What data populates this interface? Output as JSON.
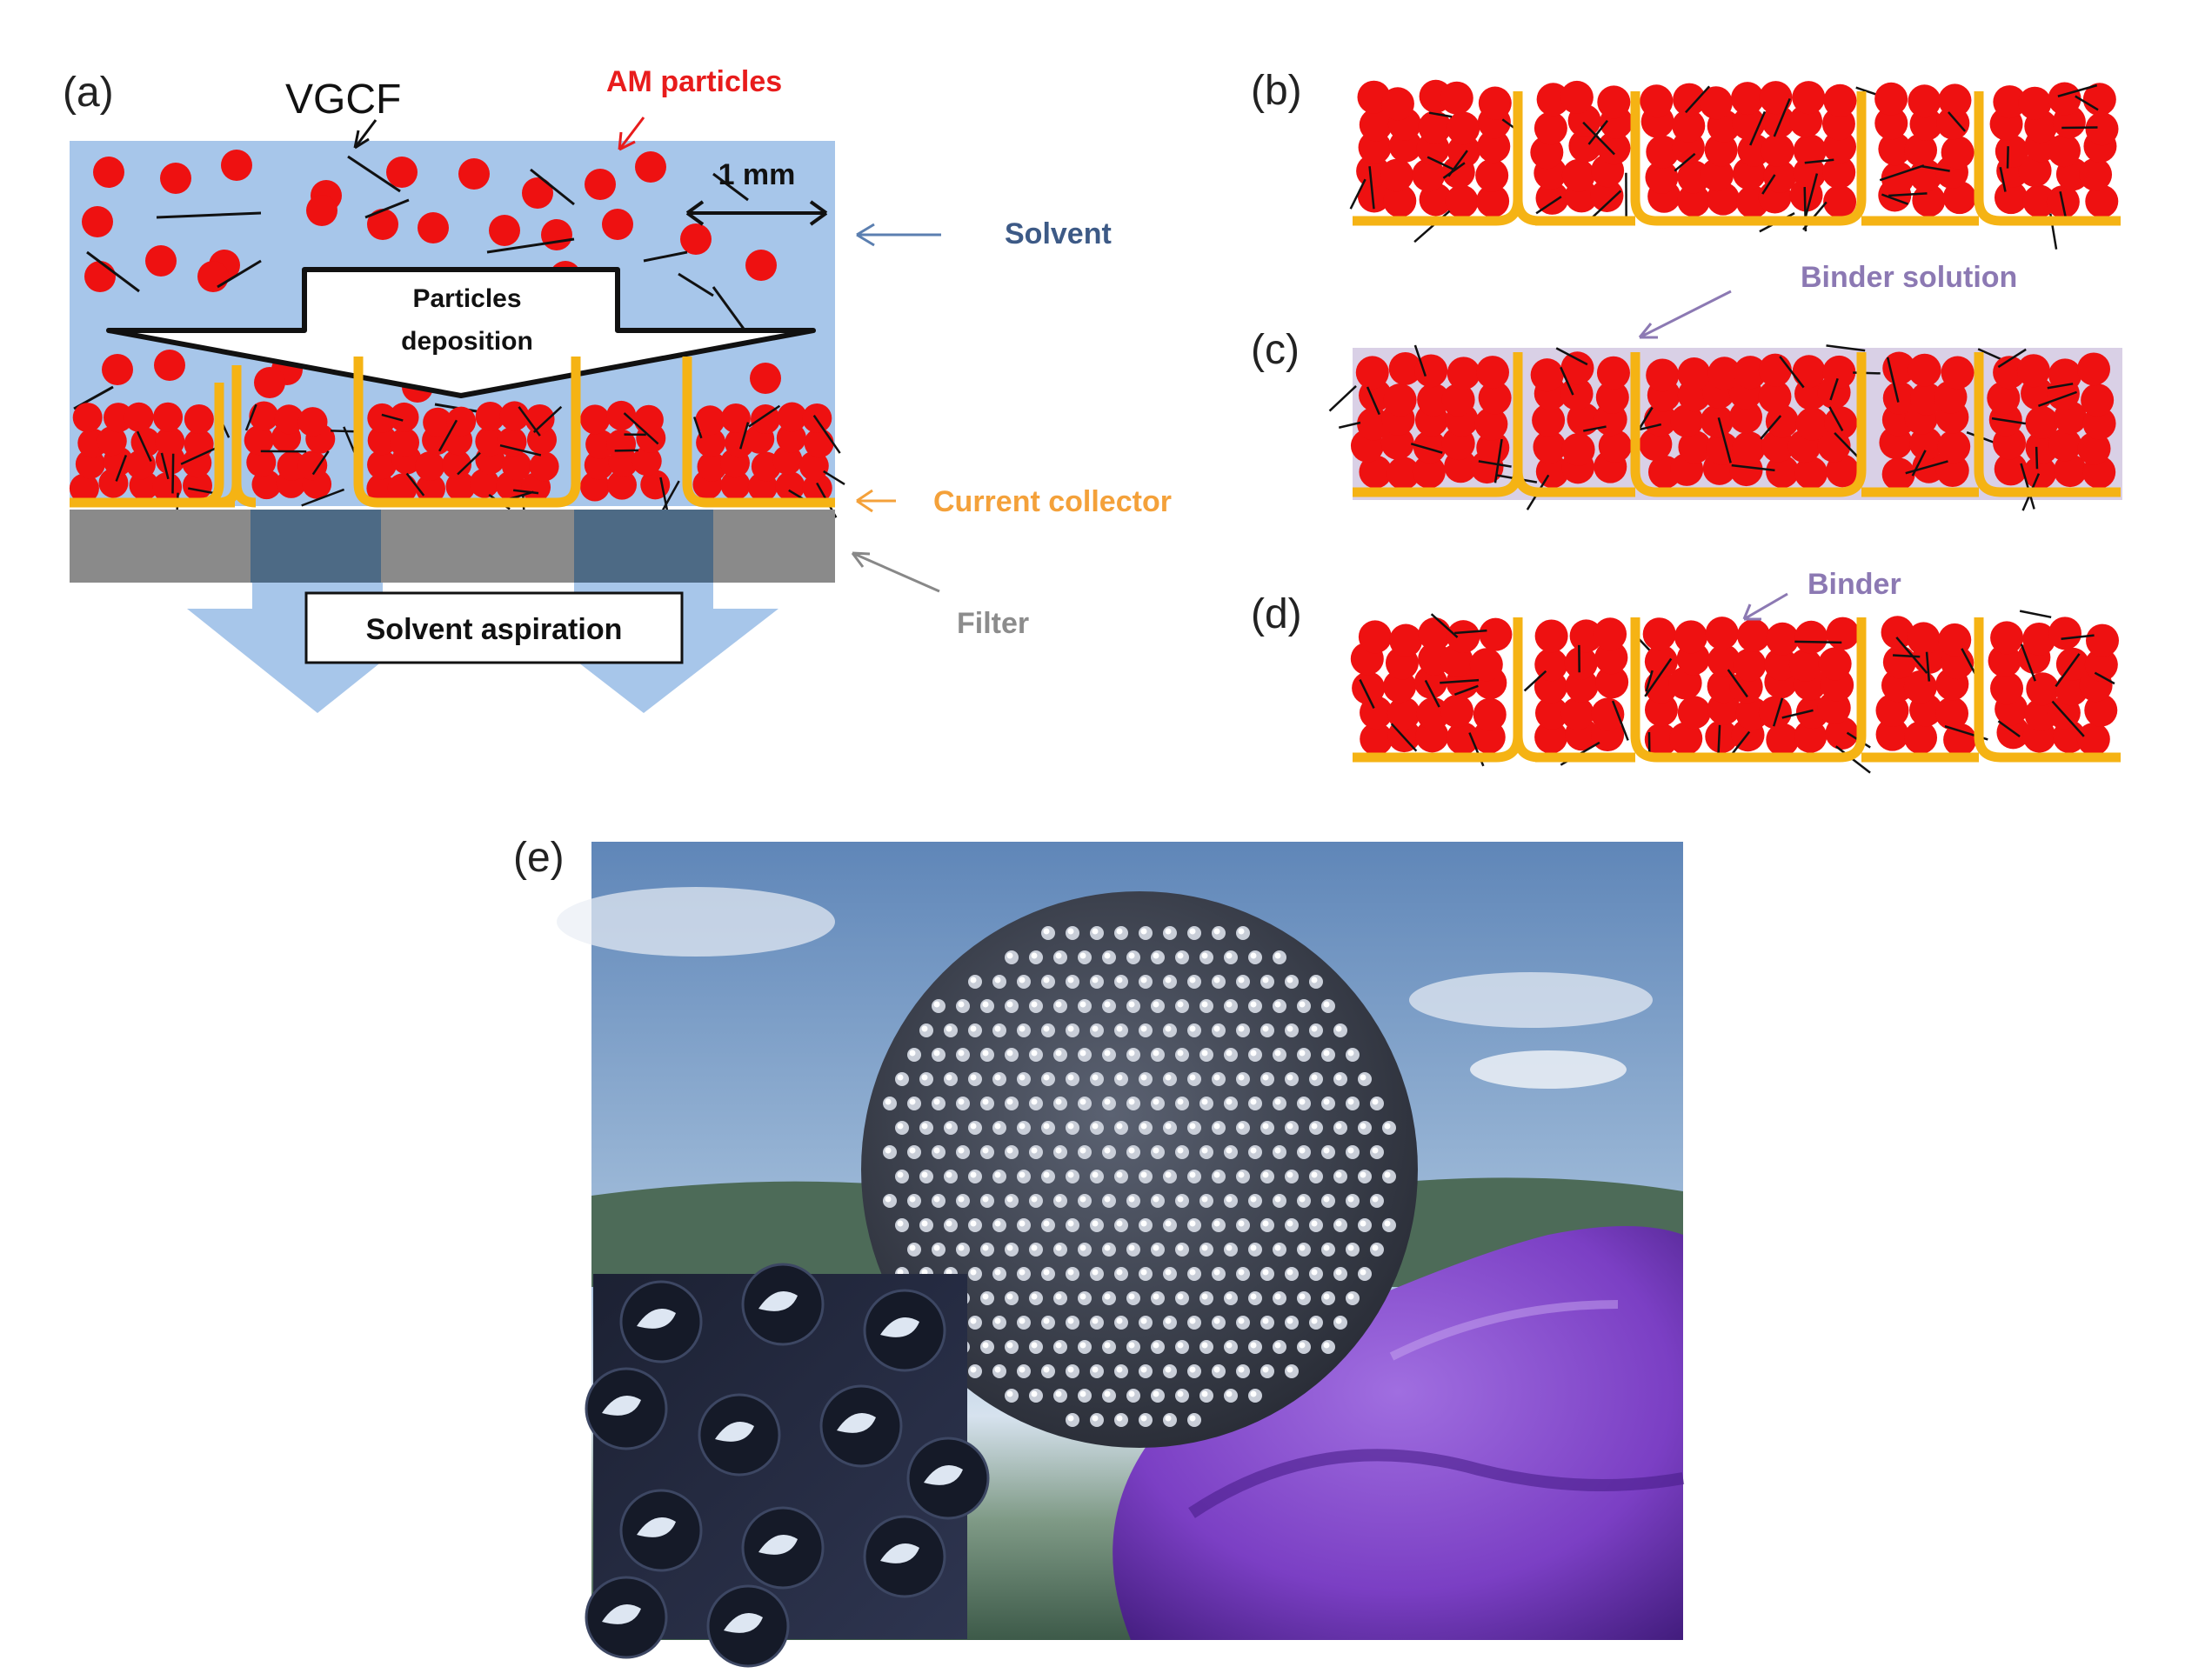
{
  "panels": {
    "a": {
      "letter": "(a)",
      "labels": {
        "vgcf": "VGCF",
        "am_particles": "AM particles",
        "scale": "1 mm",
        "solvent": "Solvent",
        "deposition_line1": "Particles",
        "deposition_line2": "deposition",
        "current_collector": "Current collector",
        "filter": "Filter",
        "aspiration": "Solvent aspiration"
      }
    },
    "b": {
      "letter": "(b)"
    },
    "c": {
      "letter": "(c)",
      "label": "Binder solution"
    },
    "d": {
      "letter": "(d)",
      "label": "Binder"
    },
    "e": {
      "letter": "(e)"
    }
  },
  "colors": {
    "solvent_blue": "#a7c6ea",
    "particle_red": "#ee1111",
    "collector_gold": "#f5b314",
    "filter_gray": "#8a8a8a",
    "filter_pore": "#4d6a85",
    "binder_solution": "#d9d0e6",
    "label_red": "#e81c1c",
    "label_blue": "#3d5a86",
    "label_orange": "#f4a13a",
    "label_gray": "#8c8c8c",
    "label_purple": "#8c79b3",
    "glove_purple": "#7b3fc4"
  }
}
